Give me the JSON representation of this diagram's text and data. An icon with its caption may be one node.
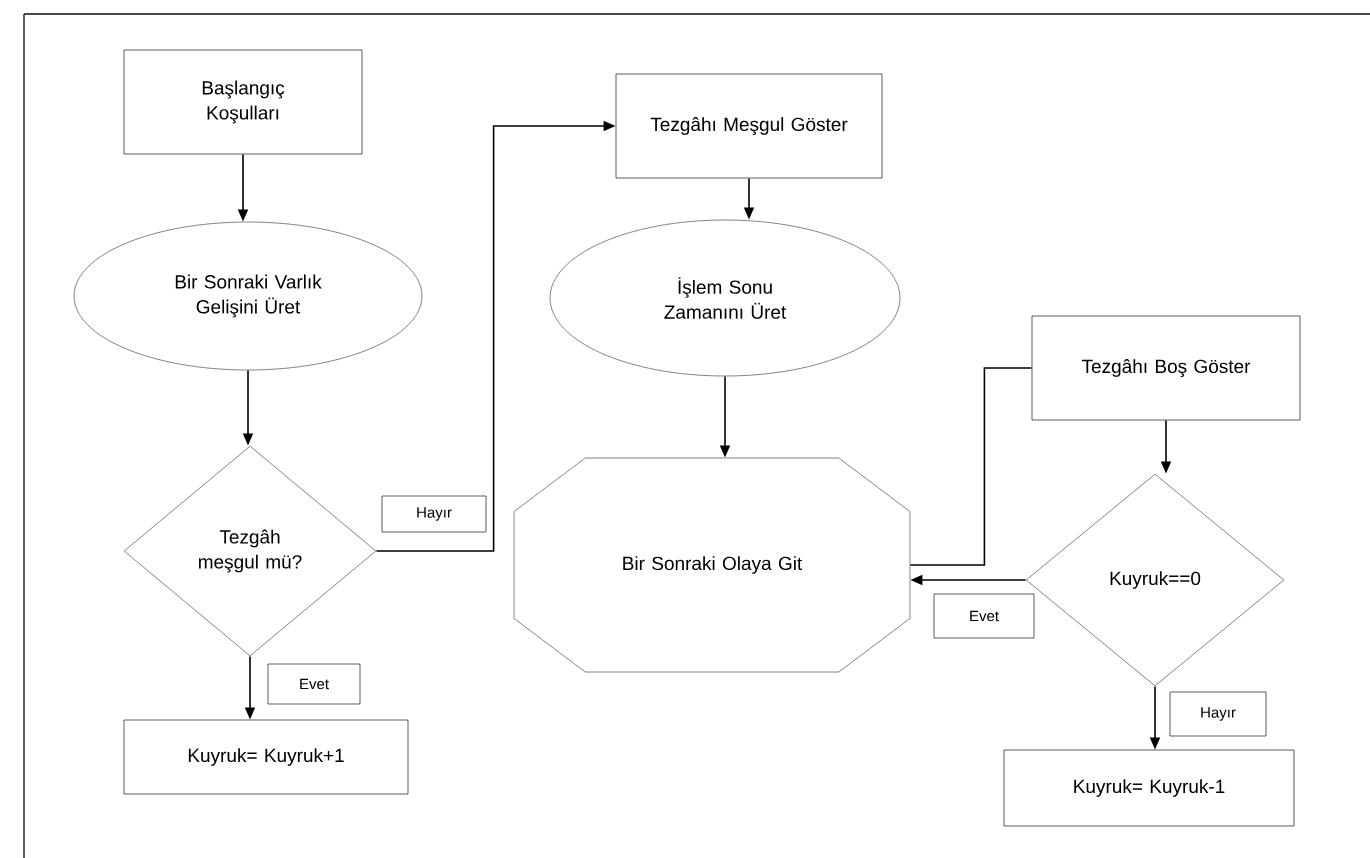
{
  "diagram": {
    "nodes": [
      {
        "text": [
          "Başlangıç Koşulları"
        ]
      },
      {
        "text": [
          "Bir Sonraki Varlık Gelişini Üret"
        ]
      },
      {
        "text": [
          "Tezgâh meşgul mü?"
        ]
      },
      {
        "text": [
          "Kuyruk= Kuyruk+1"
        ]
      },
      {
        "text": [
          "Tezgâhı Meşgul Göster"
        ]
      },
      {
        "text": [
          "İşlem Sonu Zamanını Üret"
        ]
      },
      {
        "text": [
          "Bir Sonraki Olaya Git"
        ]
      },
      {
        "text": [
          "Tezgâhı Boş Göster"
        ]
      },
      {
        "text": [
          "Kuyruk==0"
        ]
      },
      {
        "text": [
          "Kuyruk= Kuyruk-1"
        ]
      }
    ],
    "edges": [
      {
        "from": 0,
        "to": 1,
        "arrow": "to"
      },
      {
        "from": 1,
        "to": 2,
        "arrow": "to"
      },
      {
        "from": 2,
        "to": 4,
        "arrow": "to",
        "label": "Hayır"
      },
      {
        "from": 2,
        "to": 3,
        "arrow": "to",
        "label": "Evet"
      },
      {
        "from": 4,
        "to": 5,
        "arrow": "to"
      },
      {
        "from": 5,
        "to": 6,
        "arrow": "to"
      },
      {
        "from": 7,
        "to": 6,
        "arrow": "none"
      },
      {
        "from": 7,
        "to": 8,
        "arrow": "to"
      },
      {
        "from": 8,
        "to": 6,
        "arrow": "to",
        "label": "Evet"
      },
      {
        "from": 8,
        "to": 9,
        "arrow": "to",
        "label": "Hayır"
      }
    ]
  }
}
